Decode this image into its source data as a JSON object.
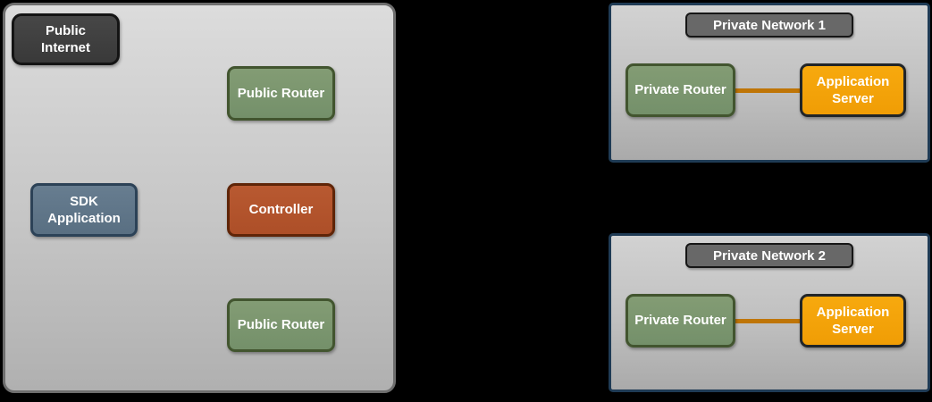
{
  "public_zone": {
    "public_internet_label": "Public Internet",
    "public_router_top_label": "Public Router",
    "sdk_application_label": "SDK Application",
    "controller_label": "Controller",
    "public_router_bottom_label": "Public Router"
  },
  "private_network_1": {
    "title": "Private Network 1",
    "private_router_label": "Private Router",
    "application_server_label": "Application Server"
  },
  "private_network_2": {
    "title": "Private Network 2",
    "private_router_label": "Private Router",
    "application_server_label": "Application Server"
  },
  "colors": {
    "background": "#000000",
    "zone_fill_top": "#dcdcdc",
    "zone_fill_bottom": "#b0b0b0",
    "zone_border": "#6e6e6e",
    "network_border": "#1f3b55",
    "header_fill": "#686868",
    "node_dark": "#3e3e3e",
    "node_green": "#7c976e",
    "node_green_border": "#42552f",
    "node_slate": "#5f7689",
    "node_slate_border": "#2c4257",
    "node_rust": "#b4552d",
    "node_rust_border": "#5f2508",
    "node_orange": "#f5a40c",
    "connector_orange": "#bf7506",
    "text": "#ffffff"
  }
}
